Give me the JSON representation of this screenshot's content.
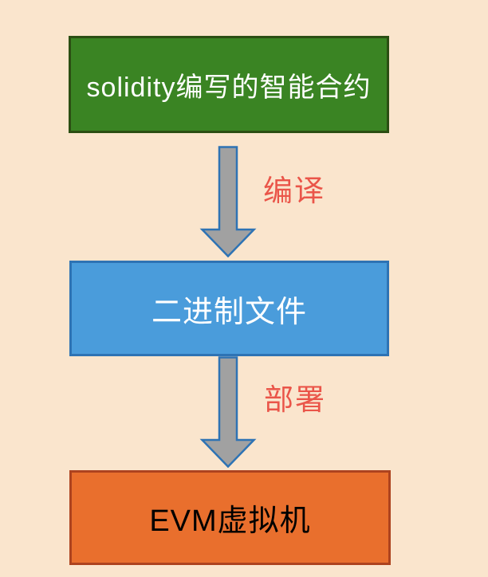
{
  "diagram": {
    "background_color": "#fae5cd",
    "nodes": [
      {
        "id": "solidity-contract",
        "label": "solidity编写的智能合约",
        "fill_color": "#3a8423",
        "border_color": "#2b4e13",
        "text_color": "#ffffff"
      },
      {
        "id": "binary-file",
        "label": "二进制文件",
        "fill_color": "#4a9cdb",
        "border_color": "#2e73b4",
        "text_color": "#ffffff"
      },
      {
        "id": "evm-vm",
        "label": "EVM虚拟机",
        "fill_color": "#e96f2d",
        "border_color": "#ad431f",
        "text_color": "#000000"
      }
    ],
    "edges": [
      {
        "from": "solidity-contract",
        "to": "binary-file",
        "label": "编译",
        "label_color": "#ea5549",
        "arrow_fill_color": "#a1a1a1",
        "arrow_stroke_color": "#2e73b4"
      },
      {
        "from": "binary-file",
        "to": "evm-vm",
        "label": "部署",
        "label_color": "#ea5549",
        "arrow_fill_color": "#a1a1a1",
        "arrow_stroke_color": "#2e73b4"
      }
    ]
  }
}
